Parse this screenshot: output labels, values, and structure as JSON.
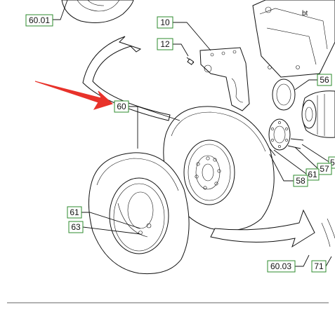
{
  "diagram": {
    "accent_color": "#e8322a",
    "label_border_color": "#2e8b2e",
    "callouts": {
      "c6001": "60.01",
      "c10": "10",
      "c12": "12",
      "c56": "56",
      "c60": "60",
      "c5x": "5",
      "c57": "57",
      "c61a": "61",
      "c58": "58",
      "c61b": "61",
      "c63": "63",
      "c6003": "60.03",
      "c71": "71"
    }
  }
}
